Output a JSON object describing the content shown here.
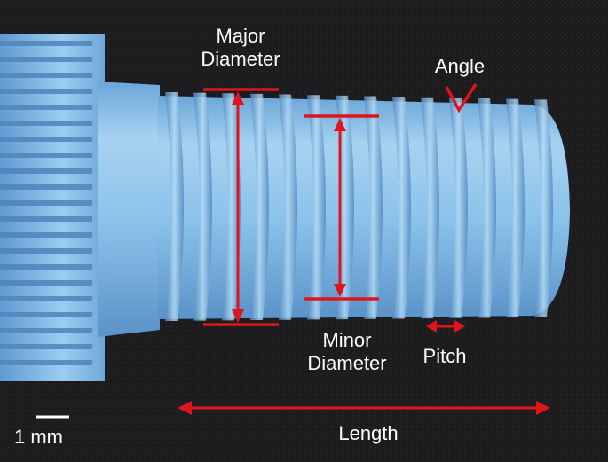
{
  "labels": {
    "major_line1": "Major",
    "major_line2": "Diameter",
    "angle": "Angle",
    "minor_line1": "Minor",
    "minor_line2": "Diameter",
    "pitch": "Pitch",
    "length": "Length",
    "scale_bar": "1 mm"
  },
  "colors": {
    "background": "#1c1c1e",
    "thread_body": "#8ec3e8",
    "thread_shadow": "#5b93c8",
    "annotation": "#e0141c",
    "text": "#ffffff"
  }
}
